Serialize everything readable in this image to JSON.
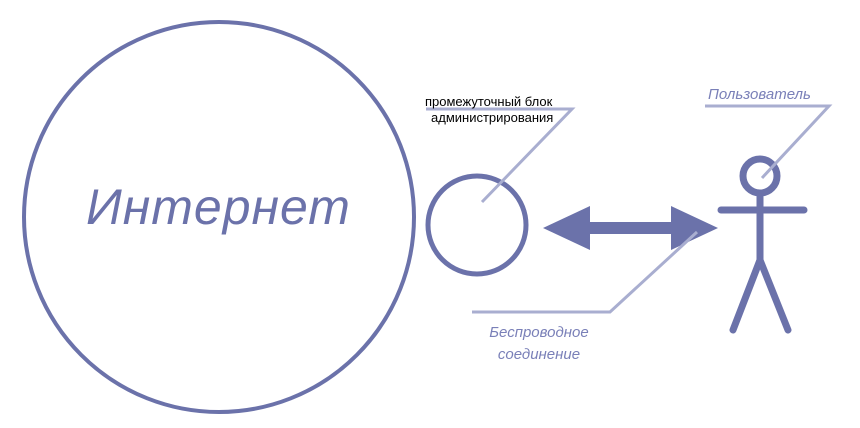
{
  "colors": {
    "primary": "#6b72aa",
    "callout_line": "#a9aed0",
    "label_text": "#7a80b8"
  },
  "internet": {
    "label": "Интернет"
  },
  "admin_block": {
    "label_line1": "промежуточный блок",
    "label_line2": "администрирования"
  },
  "user": {
    "label": "Пользователь"
  },
  "wireless": {
    "label_line1": "Беспроводное",
    "label_line2": "соединение"
  }
}
